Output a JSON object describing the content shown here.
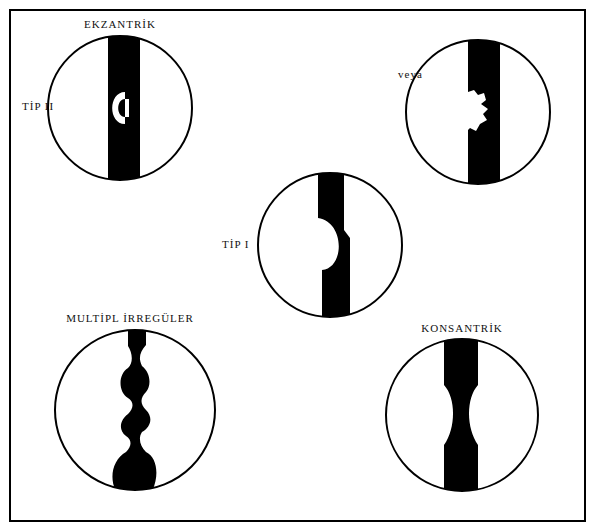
{
  "diagram": {
    "labels": [
      "EKZANTRİK",
      "TİP II",
      "veya",
      "TİP I",
      "MULTİPL İRREGÜLER",
      "KONSANTRİK"
    ]
  }
}
